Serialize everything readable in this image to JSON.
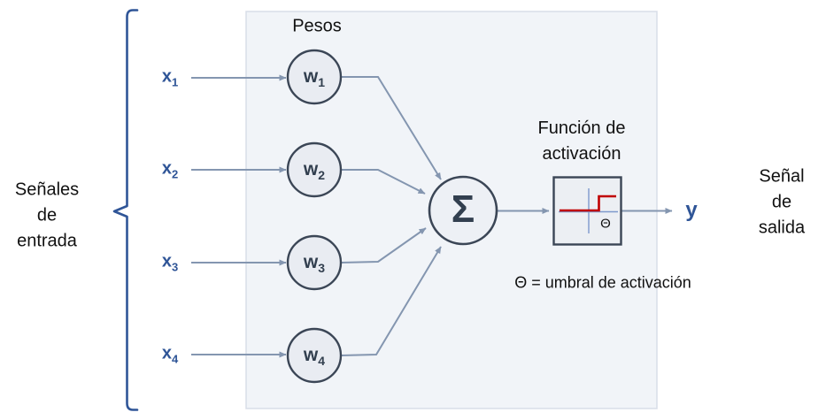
{
  "diagram_title": "Perceptron / artificial neuron diagram",
  "labels": {
    "input_group": "Señales\nde\nentrada",
    "weights_title": "Pesos",
    "activation_title": "Función de\nactivación",
    "threshold_note": "Θ = umbral de activación",
    "output_group": "Señal\nde\nsalida",
    "sum_symbol": "Σ",
    "theta_symbol": "Θ",
    "output_signal": "y"
  },
  "inputs": [
    {
      "base": "x",
      "sub": "1"
    },
    {
      "base": "x",
      "sub": "2"
    },
    {
      "base": "x",
      "sub": "3"
    },
    {
      "base": "x",
      "sub": "4"
    }
  ],
  "weights": [
    {
      "base": "w",
      "sub": "1"
    },
    {
      "base": "w",
      "sub": "2"
    },
    {
      "base": "w",
      "sub": "3"
    },
    {
      "base": "w",
      "sub": "4"
    }
  ],
  "colors": {
    "accent_blue": "#2F5597",
    "connector_gray_blue": "#8496B0",
    "node_border_dark": "#3B4656",
    "node_fill": "#E9ECF2",
    "panel_fill": "#F1F4F8",
    "panel_border": "#D8DEE8",
    "step_function_red": "#C00000",
    "mini_axis_blue": "#7E99CC",
    "text_black": "#111111"
  }
}
